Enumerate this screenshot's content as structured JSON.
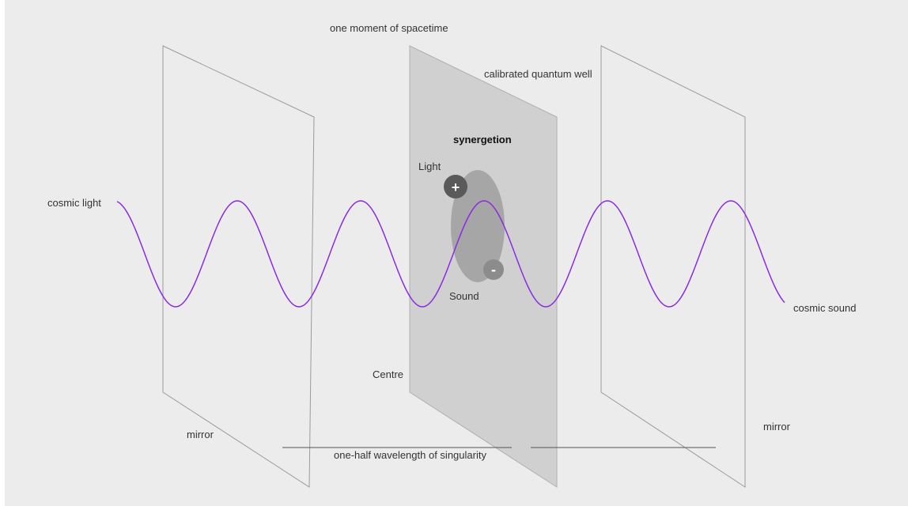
{
  "labels": {
    "moment": "one moment of spacetime",
    "well": "calibrated quantum well",
    "synergetion": "synergetion",
    "light": "Light",
    "sound": "Sound",
    "cosmic_light": "cosmic light",
    "cosmic_sound": "cosmic sound",
    "centre": "Centre",
    "mirror_left": "mirror",
    "mirror_right": "mirror",
    "half_wavelength": "one-half wavelength of singularity"
  },
  "symbols": {
    "plus": "+",
    "minus": "-"
  },
  "colors": {
    "background": "#ececec",
    "wave": "#8a2be2",
    "center_plane": "#d0d0d0",
    "mirror_stroke": "#9a9a9a",
    "ellipse": "#a6a6a6",
    "plus_circle": "#5a5a5a",
    "minus_circle": "#8c8c8c"
  }
}
